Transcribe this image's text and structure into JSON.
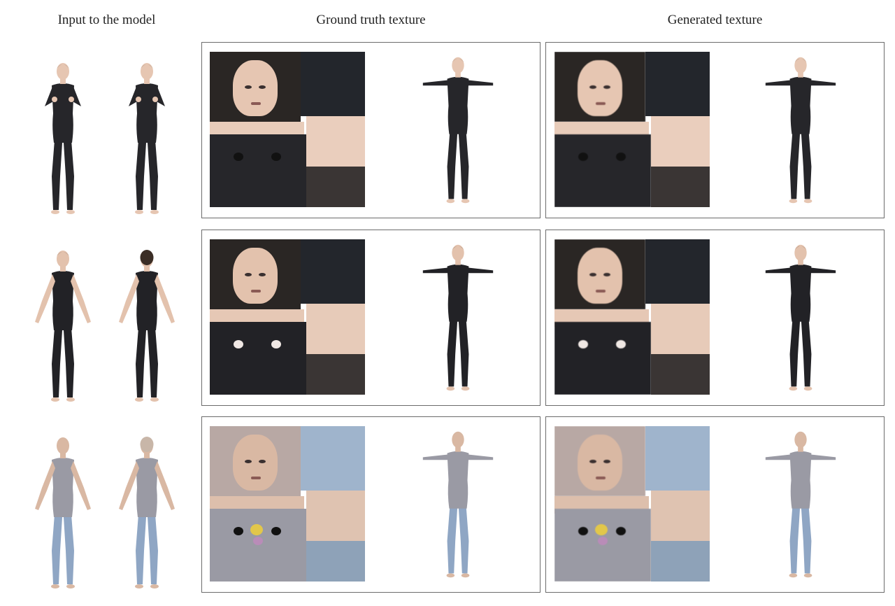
{
  "headers": {
    "input": "Input to the model",
    "ground_truth": "Ground truth texture",
    "generated": "Generated texture"
  },
  "rows": [
    {
      "subject": "male, black bodysuit",
      "skin": "#e6c6b2",
      "suit": "#26262a",
      "hair": "#5a4a3a"
    },
    {
      "subject": "female, black bodysuit",
      "skin": "#e3c2ad",
      "suit": "#222226",
      "hair": "#3b2e26"
    },
    {
      "subject": "male, grey t-shirt and jeans",
      "skin": "#d9b8a3",
      "suit": "#9a9aa4",
      "legs": "#8fa6c4",
      "hair": "#c8b6a8"
    }
  ]
}
